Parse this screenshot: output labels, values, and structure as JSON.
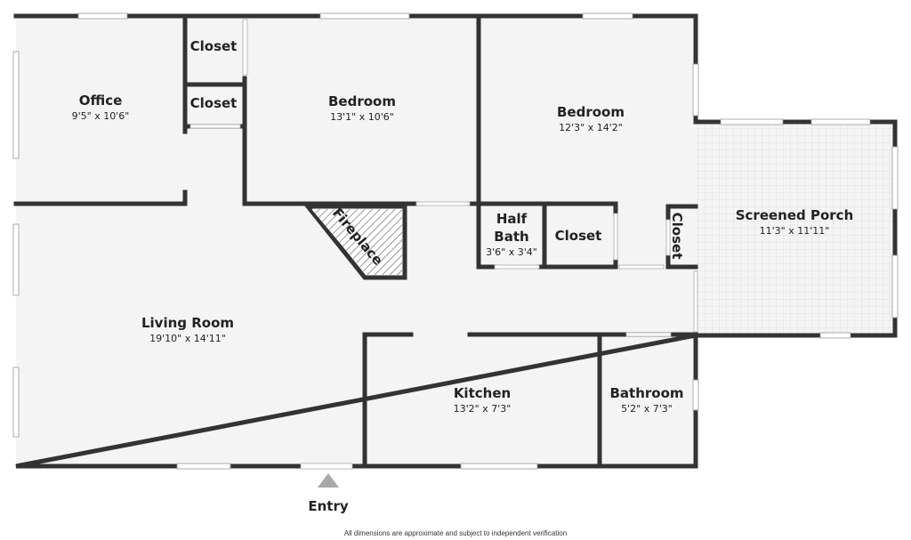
{
  "rooms": {
    "office": {
      "name": "Office",
      "dims": "9'5\" x 10'6\""
    },
    "closet_top": {
      "name": "Closet"
    },
    "closet_mid": {
      "name": "Closet"
    },
    "bedroom_left": {
      "name": "Bedroom",
      "dims": "13'1\" x 10'6\""
    },
    "bedroom_right": {
      "name": "Bedroom",
      "dims": "12'3\" x 14'2\""
    },
    "half_bath": {
      "name_line1": "Half",
      "name_line2": "Bath",
      "dims": "3'6\" x 3'4\""
    },
    "closet_hall": {
      "name": "Closet"
    },
    "closet_vertical": {
      "name": "Closet"
    },
    "screened_porch": {
      "name": "Screened Porch",
      "dims": "11'3\" x 11'11\""
    },
    "living_room": {
      "name": "Living Room",
      "dims": "19'10\" x 14'11\""
    },
    "kitchen": {
      "name": "Kitchen",
      "dims": "13'2\" x 7'3\""
    },
    "bathroom": {
      "name": "Bathroom",
      "dims": "5'2\" x 7'3\""
    }
  },
  "fireplace": {
    "label": "Fireplace"
  },
  "entry": {
    "label": "Entry"
  },
  "disclaimer": "All dimensions are approximate and subject to independent verification",
  "colors": {
    "wall": "#333333",
    "floor": "#f4f4f4",
    "porch_floor": "#f4f4f4",
    "window": "#ffffff",
    "entry_arrow": "#a8a8a8"
  }
}
